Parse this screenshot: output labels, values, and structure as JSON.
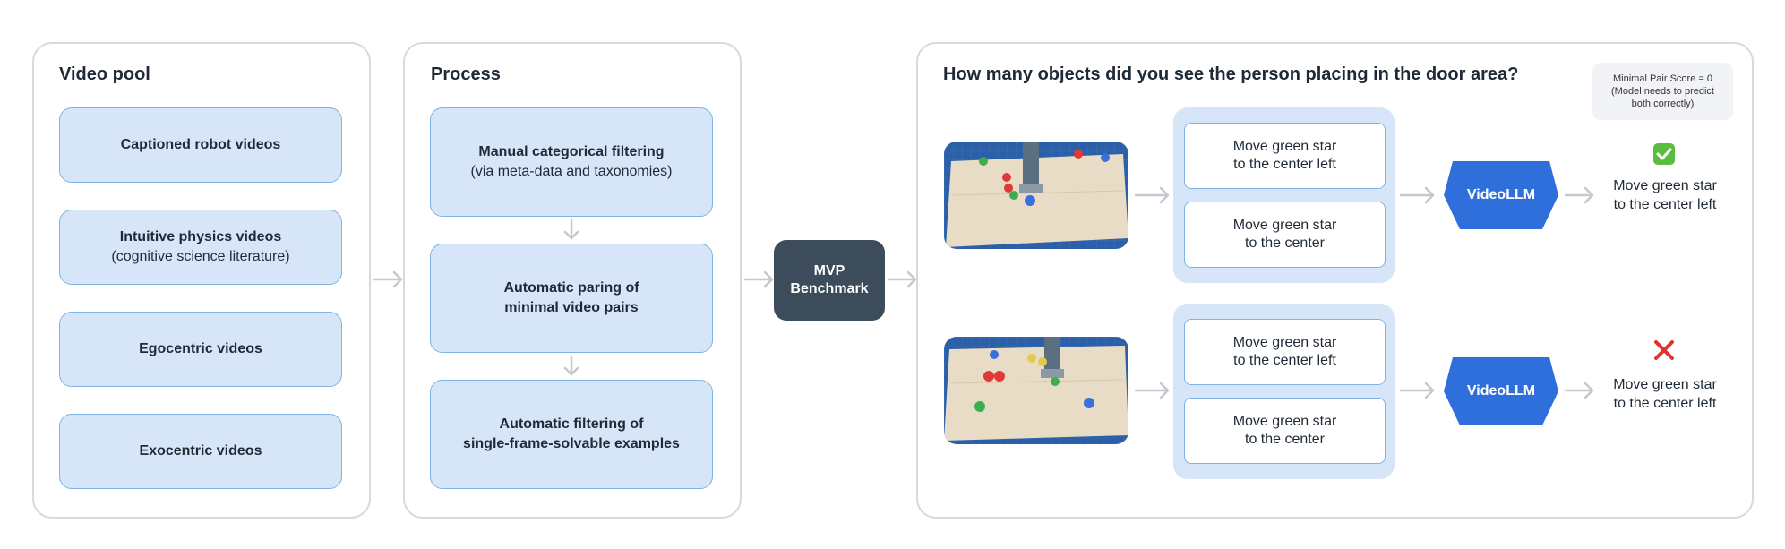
{
  "video_pool": {
    "title": "Video pool",
    "items": [
      {
        "line1": "Captioned robot videos",
        "line2": ""
      },
      {
        "line1": "Intuitive physics videos",
        "line2": "(cognitive science literature)"
      },
      {
        "line1": "Egocentric videos",
        "line2": ""
      },
      {
        "line1": "Exocentric videos",
        "line2": ""
      }
    ]
  },
  "process": {
    "title": "Process",
    "steps": [
      {
        "line1": "Manual categorical filtering",
        "line2": "(via meta-data and taxonomies)"
      },
      {
        "line1": "Automatic paring of",
        "line2": "minimal video pairs"
      },
      {
        "line1": "Automatic filtering of",
        "line2": "single-frame-solvable examples"
      }
    ]
  },
  "benchmark": {
    "line1": "MVP",
    "line2": "Benchmark"
  },
  "example": {
    "question": "How many objects did you see the person placing in the door area?",
    "score": {
      "line1": "Minimal Pair Score = 0",
      "line2": "(Model needs to predict",
      "line3": "both correctly)"
    },
    "rows": [
      {
        "options": [
          {
            "line1": "Move green star",
            "line2": "to the center left"
          },
          {
            "line1": "Move green star",
            "line2": "to the center"
          }
        ],
        "model": "VideoLLM",
        "answer": {
          "line1": "Move green star",
          "line2": "to the center left"
        },
        "result": "correct"
      },
      {
        "options": [
          {
            "line1": "Move green star",
            "line2": "to the center left"
          },
          {
            "line1": "Move green star",
            "line2": "to the center"
          }
        ],
        "model": "VideoLLM",
        "answer": {
          "line1": "Move green star",
          "line2": "to the center left"
        },
        "result": "incorrect"
      }
    ]
  },
  "colors": {
    "box_fill": "#d6e6f8",
    "box_border": "#7fb3e3",
    "llm_blue": "#2f6fdc",
    "benchmark_dark": "#3d4c5b",
    "check_green": "#5bbd3d",
    "cross_red": "#e0332f"
  }
}
